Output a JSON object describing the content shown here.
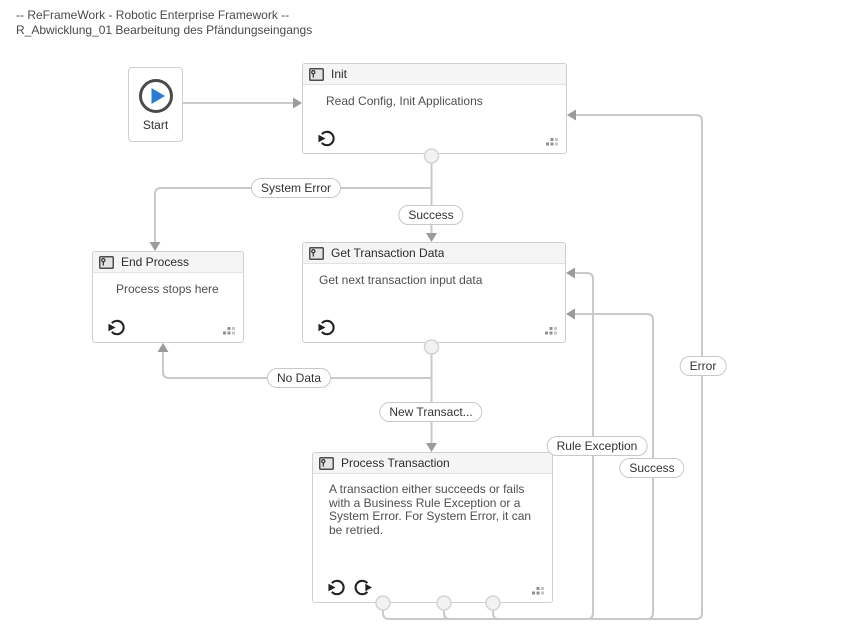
{
  "window": {
    "title_line1": "-- ReFrameWork - Robotic Enterprise Framework --",
    "title_line2": "R_Abwicklung_01 Bearbeitung des Pfändungseingangs"
  },
  "nodes": {
    "start": {
      "label": "Start"
    },
    "init": {
      "title": "Init",
      "description": "Read Config, Init Applications"
    },
    "end_process": {
      "title": "End Process",
      "description": "Process stops here"
    },
    "get_transaction_data": {
      "title": "Get Transaction Data",
      "description": "Get next transaction input data"
    },
    "process_transaction": {
      "title": "Process Transaction",
      "description": "A transaction either succeeds or fails with a Business Rule Exception or a System Error. For System Error, it can be retried."
    }
  },
  "transitions": {
    "system_error": {
      "label": "System Error"
    },
    "success_to_get_data": {
      "label": "Success"
    },
    "no_data": {
      "label": "No Data"
    },
    "new_transaction": {
      "label": "New Transact..."
    },
    "rule_exception": {
      "label": "Rule Exception"
    },
    "success_retry": {
      "label": "Success"
    },
    "error": {
      "label": "Error"
    }
  },
  "colors": {
    "edge": "#c9c9c9",
    "arrowhead": "#9b9b9b",
    "node_border": "#cfcfcf",
    "header_bg": "#f5f5f5",
    "play_blue": "#2b7cd3",
    "icon_dark": "#262626"
  }
}
